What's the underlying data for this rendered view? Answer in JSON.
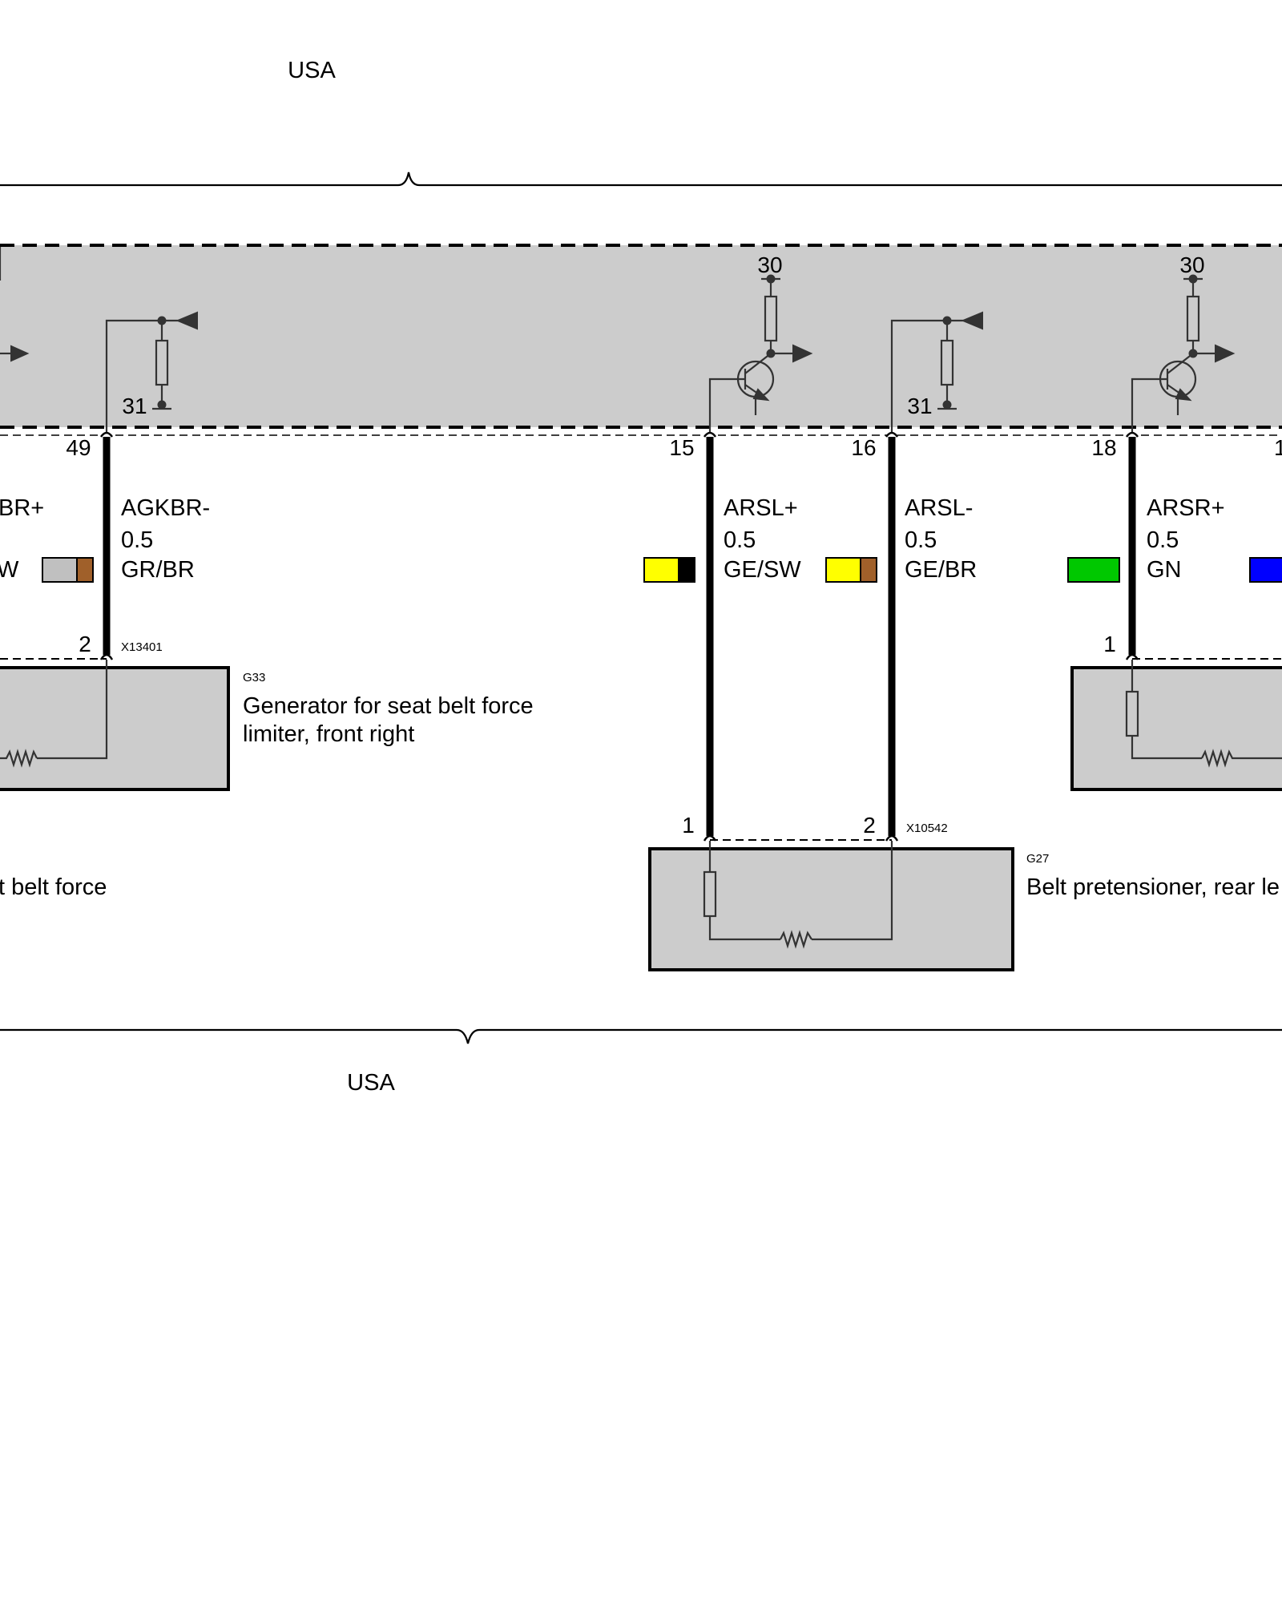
{
  "top_region": {
    "label": "USA"
  },
  "bottom_region": {
    "label": "USA"
  },
  "control_unit": {
    "supply_labels": [
      "30",
      "30"
    ],
    "ground_labels": [
      "31",
      "31"
    ]
  },
  "wires": [
    {
      "pin_top": "49",
      "signal": "AGKBR-",
      "cross_section": "0.5",
      "color_code": "GR/BR",
      "colors": [
        "#c0c0c0",
        "#a0602a"
      ]
    },
    {
      "pin_top": "15",
      "signal": "ARSL+",
      "cross_section": "0.5",
      "color_code": "GE/SW",
      "colors": [
        "#ffff00",
        "#000000"
      ]
    },
    {
      "pin_top": "16",
      "signal": "ARSL-",
      "cross_section": "0.5",
      "color_code": "GE/BR",
      "colors": [
        "#ffff00",
        "#a0602a"
      ]
    },
    {
      "pin_top": "18",
      "signal": "ARSR+",
      "cross_section": "0.5",
      "color_code": "GN",
      "colors": [
        "#00c800"
      ]
    }
  ],
  "partial_left": {
    "signal": "BR+",
    "color_code": "W",
    "desc": "t belt force"
  },
  "partial_right": {
    "pin_top": "1",
    "swatch_color": "#0000ff"
  },
  "components": [
    {
      "id": "G33",
      "connector": "X13401",
      "pin": "2",
      "name_line1": "Generator for seat belt force",
      "name_line2": "limiter, front right"
    },
    {
      "id": "G27",
      "connector": "X10542",
      "pin_a": "1",
      "pin_b": "2",
      "name_line1": "Belt pretensioner, rear le"
    },
    {
      "pin": "1"
    }
  ]
}
